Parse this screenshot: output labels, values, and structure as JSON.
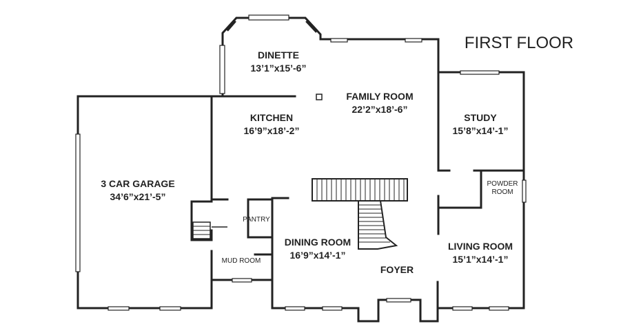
{
  "title": "FIRST FLOOR",
  "rooms": {
    "dinette": {
      "name": "DINETTE",
      "size": "13’1”x15’-6”"
    },
    "family_room": {
      "name": "FAMILY ROOM",
      "size": "22’2”x18’-6”"
    },
    "kitchen": {
      "name": "KITCHEN",
      "size": "16’9”x18’-2”"
    },
    "study": {
      "name": "STUDY",
      "size": "15’8”x14’-1”"
    },
    "garage": {
      "name": "3 CAR GARAGE",
      "size": "34’6”x21’-5”"
    },
    "powder_room": {
      "line1": "POWDER",
      "line2": "ROOM"
    },
    "pantry": {
      "name": "PANTRY"
    },
    "dining_room": {
      "name": "DINING ROOM",
      "size": "16’9”x14’-1”"
    },
    "living_room": {
      "name": "LIVING ROOM",
      "size": "15’1”x14’-1”"
    },
    "mud_room": {
      "name": "MUD ROOM"
    },
    "foyer": {
      "name": "FOYER"
    }
  }
}
